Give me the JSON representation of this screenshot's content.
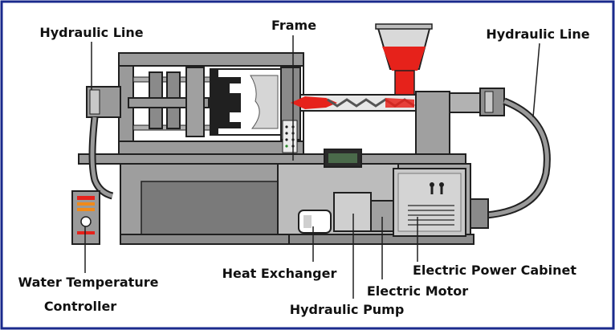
{
  "labels": {
    "hydraulic_line_left": "Hydraulic Line",
    "frame": "Frame",
    "hydraulic_line_right": "Hydraulic Line",
    "water_temp_line1": "Water Temperature",
    "water_temp_line2": "Controller",
    "heat_exchanger": "Heat Exchanger",
    "electric_power_cabinet": "Electric Power Cabinet",
    "electric_motor": "Electric Motor",
    "hydraulic_pump": "Hydraulic Pump"
  },
  "colors": {
    "border": "#1a2a8c",
    "steel": "#8c8c8c",
    "steel_light": "#b4b4b4",
    "steel_dark": "#5a5a5a",
    "outline": "#202020",
    "melt": "#e6221b",
    "cabinet": "#c8c8c8"
  }
}
